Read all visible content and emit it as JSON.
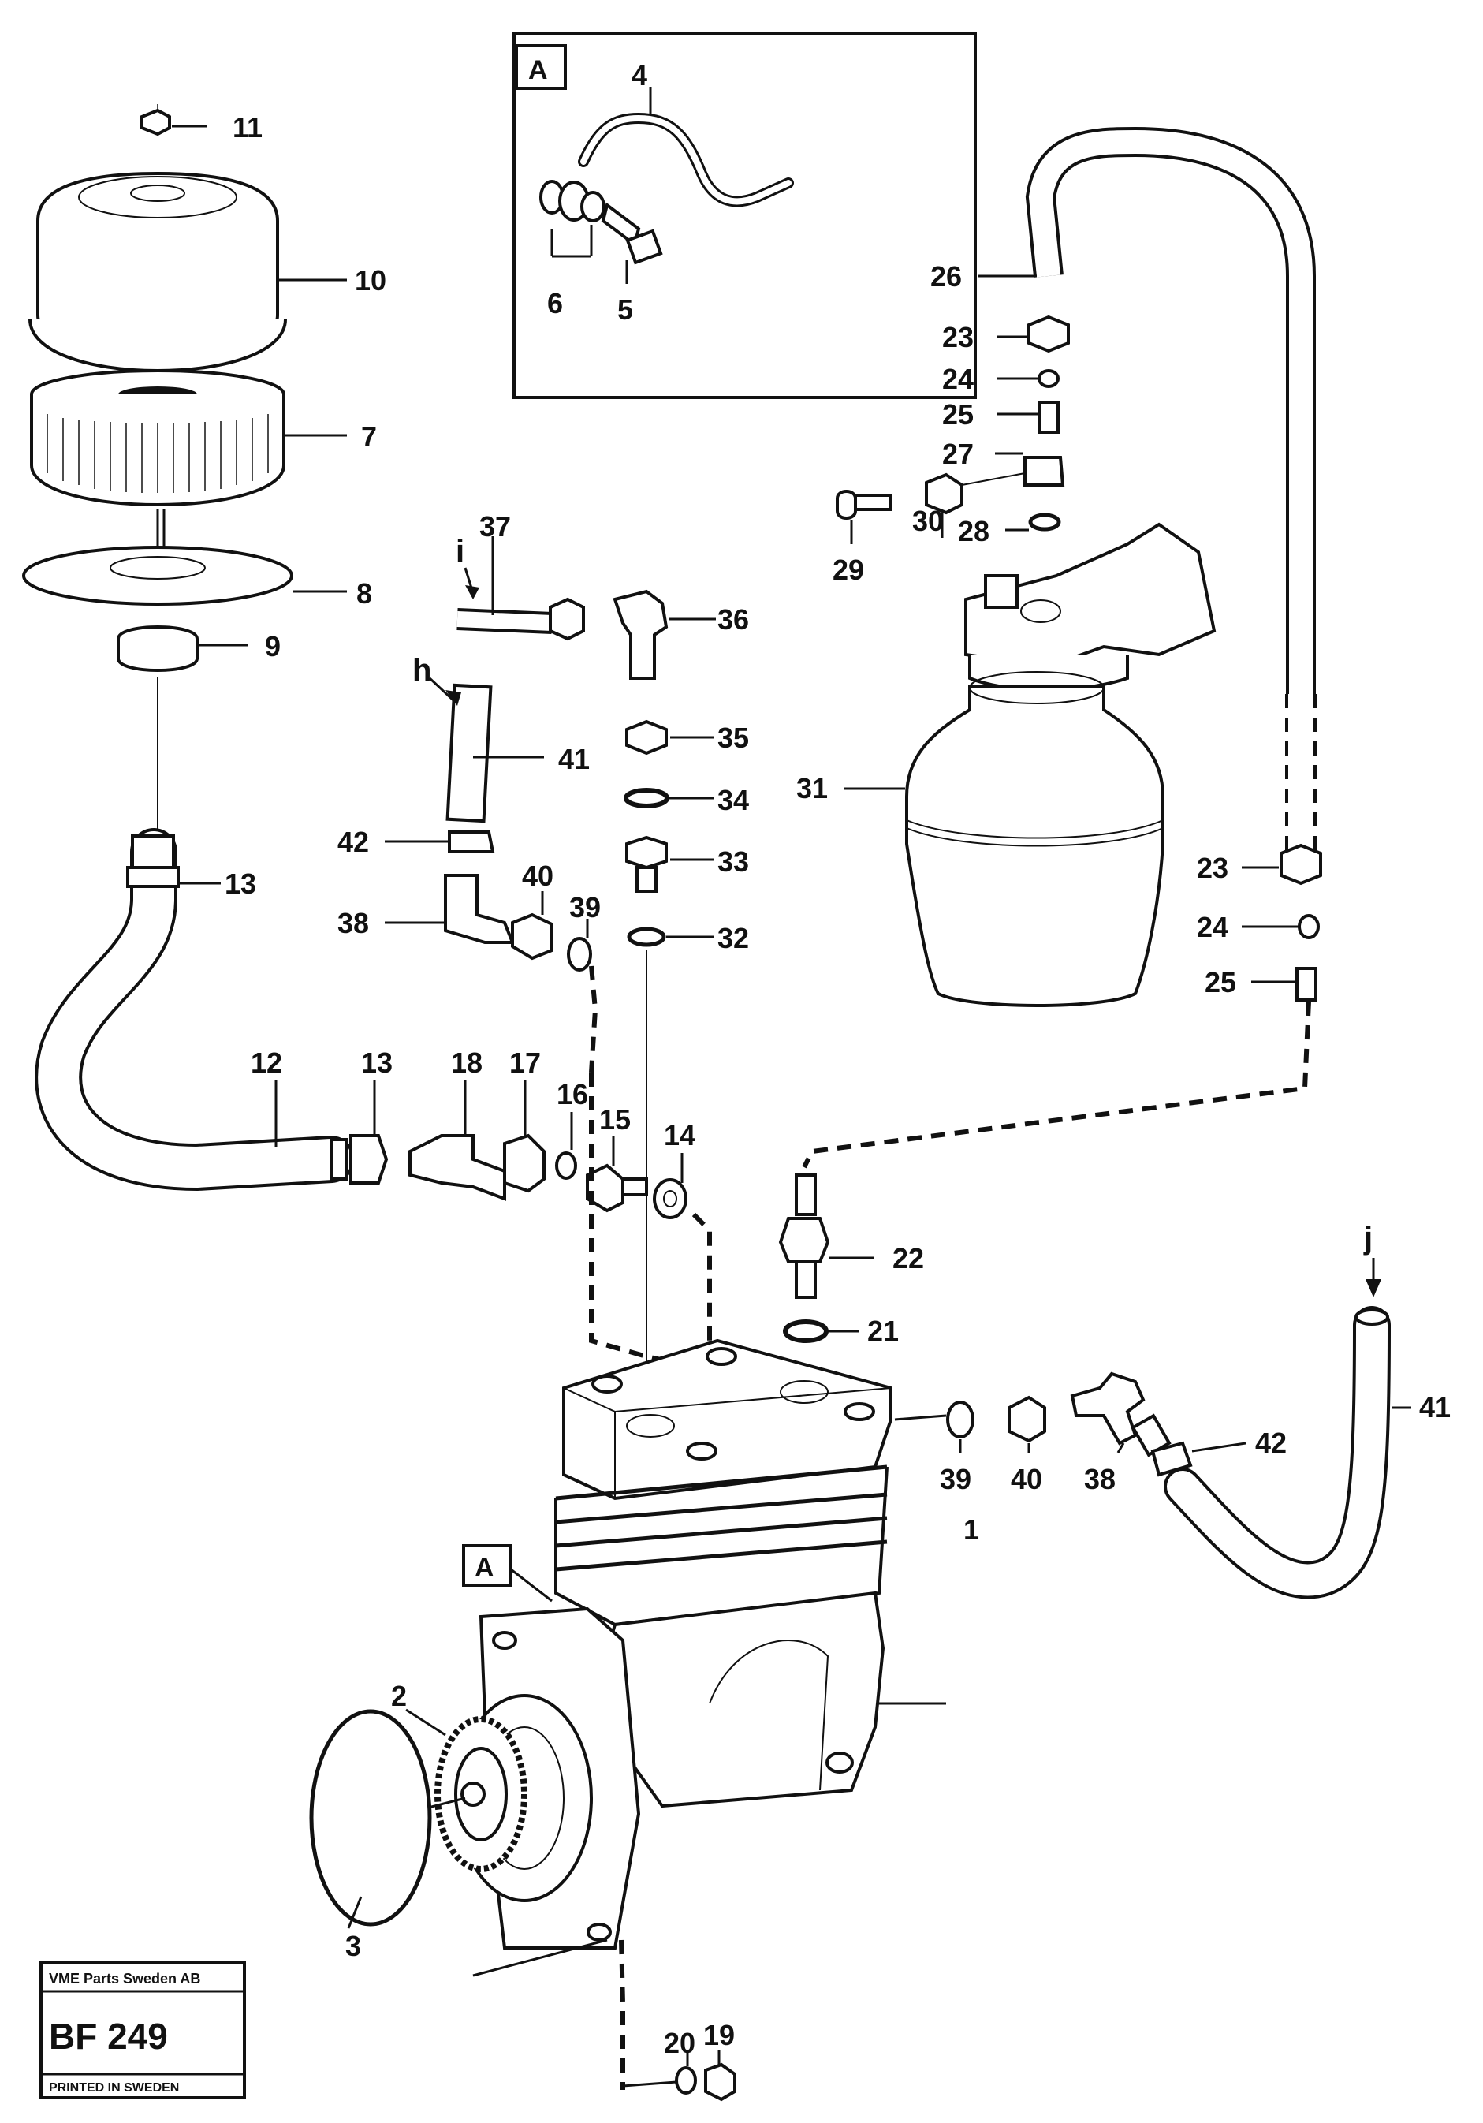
{
  "callouts": [
    "1",
    "2",
    "3",
    "4",
    "5",
    "6",
    "7",
    "8",
    "9",
    "10",
    "11",
    "12",
    "13",
    "13",
    "14",
    "15",
    "16",
    "17",
    "18",
    "19",
    "20",
    "21",
    "22",
    "23",
    "23",
    "24",
    "24",
    "25",
    "25",
    "26",
    "27",
    "28",
    "29",
    "30",
    "31",
    "32",
    "33",
    "34",
    "35",
    "36",
    "37",
    "38",
    "38",
    "39",
    "39",
    "40",
    "40",
    "41",
    "41",
    "42",
    "42"
  ],
  "detail": {
    "letter": "A"
  },
  "inlet_markers": {
    "h": "h",
    "i": "i",
    "j": "j"
  },
  "stamp": {
    "company": "VME Parts Sweden AB",
    "code": "BF 249",
    "footer": "PRINTED IN SWEDEN"
  }
}
